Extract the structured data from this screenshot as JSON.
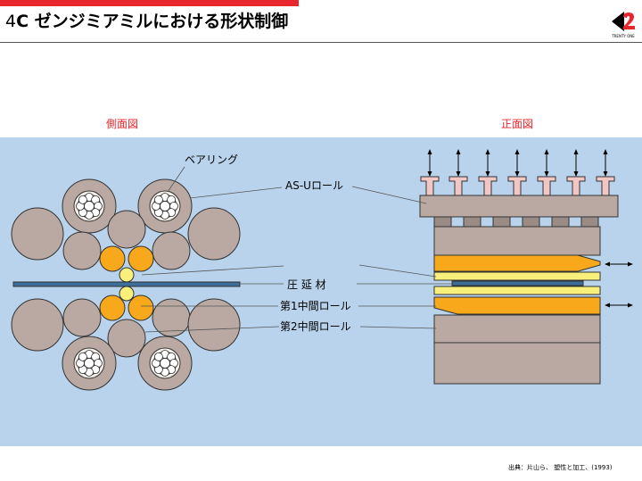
{
  "header": {
    "number": "4",
    "letter": "C",
    "title": "ゼンジミアミルにおける形状制御",
    "logo_text": "TRENTY ONE"
  },
  "views": {
    "side": "側面図",
    "front": "正面図"
  },
  "labels": {
    "bearing": "ベアリング",
    "as_u_roll": "AS-Uロール",
    "rolled_material": "圧 延 材",
    "first_intermediate_roll": "第1中間ロール",
    "second_intermediate_roll": "第2中間ロール"
  },
  "footer": {
    "source": "出典：片山ら、 塑性と加工、(1993)"
  },
  "colors": {
    "accent_red": "#e8262d",
    "diagram_bg": "#b9d3ec",
    "roll_fill": "#b9a9a2",
    "orange_roll": "#f7a81b",
    "work_roll": "#f8f07a",
    "strip": "#3c6e9a",
    "pink_cap": "#f2c6c2"
  }
}
